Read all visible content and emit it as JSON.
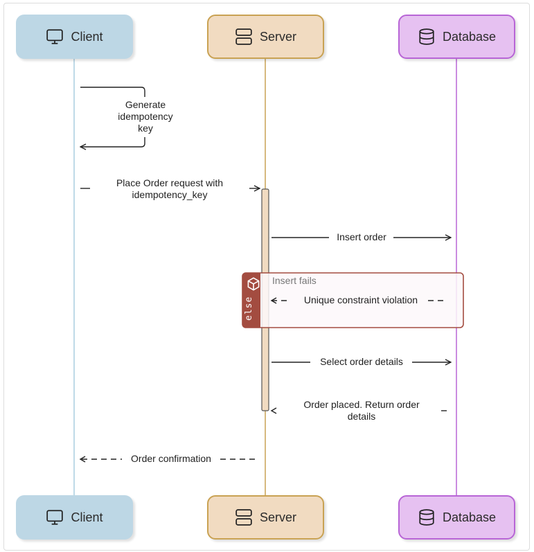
{
  "diagram": {
    "type": "sequence",
    "actors": [
      {
        "id": "client",
        "label": "Client",
        "icon": "monitor-icon",
        "color": "#bdd7e5"
      },
      {
        "id": "server",
        "label": "Server",
        "icon": "server-icon",
        "color": "#f1dbc1"
      },
      {
        "id": "database",
        "label": "Database",
        "icon": "database-icon",
        "color": "#e6c1f1"
      }
    ],
    "messages": [
      {
        "from": "client",
        "to": "client",
        "label": "Generate idempotency key",
        "lines": [
          "Generate",
          "idempotency",
          "key"
        ],
        "style": "solid"
      },
      {
        "from": "client",
        "to": "server",
        "label": "Place Order request with idempotency_key",
        "lines": [
          "Place Order request with",
          "idempotency_key"
        ],
        "style": "solid"
      },
      {
        "from": "server",
        "to": "database",
        "label": "Insert order",
        "style": "solid"
      },
      {
        "from": "database",
        "to": "server",
        "label": "Unique constraint violation",
        "style": "dashed",
        "fragment": "else"
      },
      {
        "from": "server",
        "to": "database",
        "label": "Select order details",
        "style": "solid"
      },
      {
        "from": "database",
        "to": "server",
        "label": "Order placed. Return order details",
        "lines": [
          "Order placed. Return order",
          "details"
        ],
        "style": "dashed"
      },
      {
        "from": "server",
        "to": "client",
        "label": "Order confirmation",
        "style": "dashed"
      }
    ],
    "fragment": {
      "operator": "else",
      "condition": "Insert fails",
      "color": "#a34c40"
    }
  }
}
